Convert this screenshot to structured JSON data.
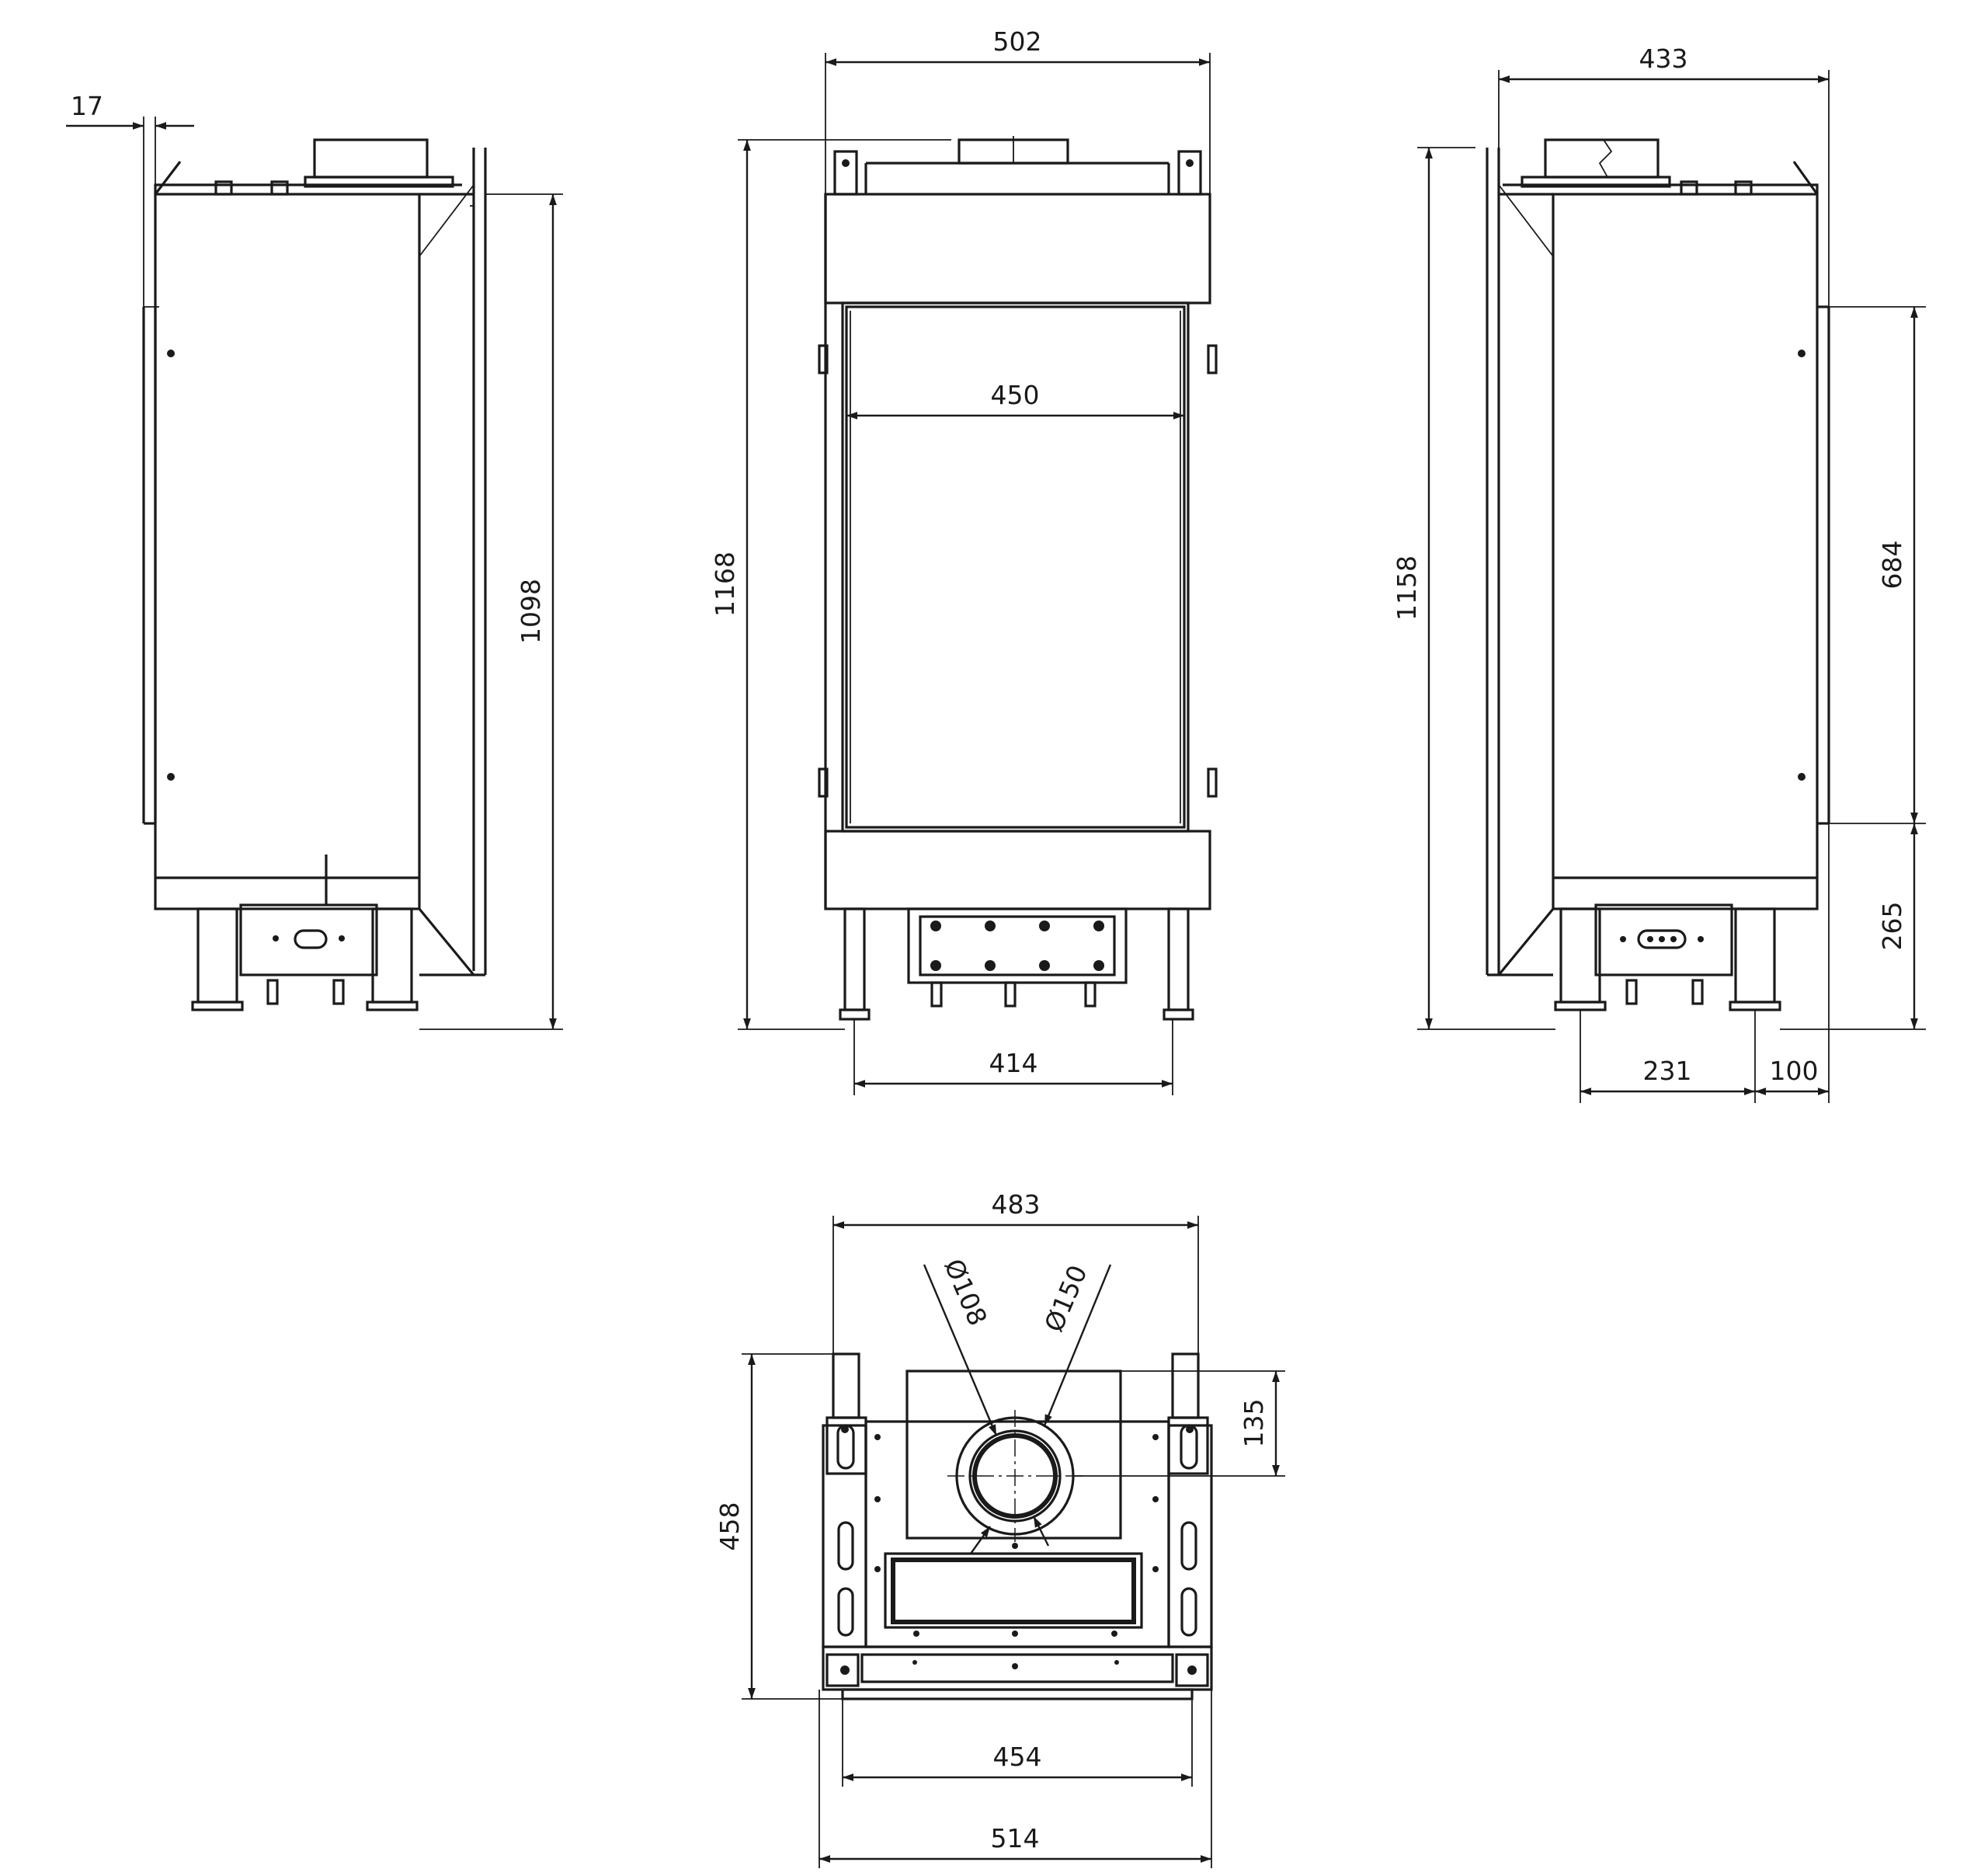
{
  "dimensions": {
    "side_left_offset": "17",
    "side_left_height": "1098",
    "front_width": "502",
    "front_inner_width": "450",
    "front_height": "1168",
    "front_feet_spacing": "414",
    "side_right_width": "433",
    "side_right_height": "1158",
    "side_right_glass_height": "684",
    "side_right_base_height": "265",
    "side_right_feet_spacing": "231",
    "side_right_rear_offset": "100",
    "top_width": "483",
    "top_depth": "458",
    "top_flue_offset": "135",
    "top_inner_diameter": "Ø108",
    "top_outer_diameter": "Ø150",
    "top_front_width": "454",
    "top_overall_width": "514"
  }
}
